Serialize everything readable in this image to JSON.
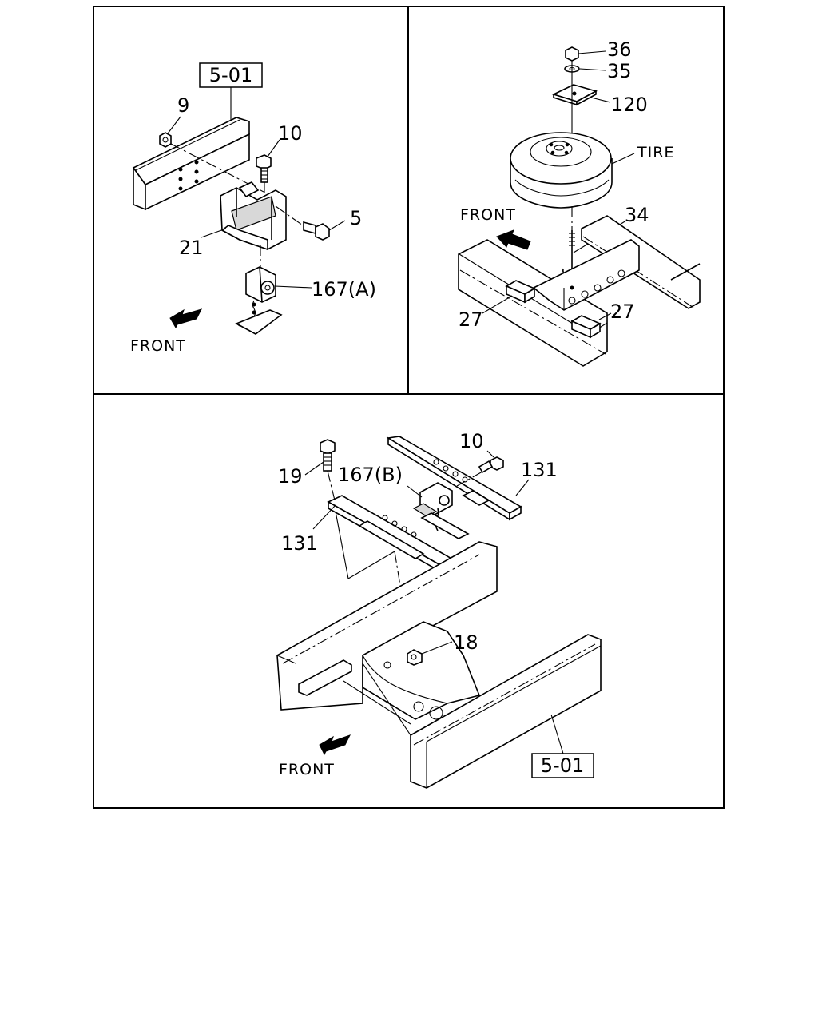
{
  "panels": {
    "top_left": {
      "ref_box": "5-01",
      "callouts": {
        "c9": "9",
        "c10": "10",
        "c5": "5",
        "c21": "21",
        "c167a": "167(A)"
      },
      "front": "FRONT"
    },
    "top_right": {
      "callouts": {
        "c36": "36",
        "c35": "35",
        "c120": "120",
        "tire": "TIRE",
        "c34": "34",
        "c27a": "27",
        "c27b": "27"
      },
      "front": "FRONT"
    },
    "bottom": {
      "callouts": {
        "c10": "10",
        "c131a": "131",
        "c19": "19",
        "c167b": "167(B)",
        "c131b": "131",
        "c18": "18"
      },
      "ref_box": "5-01",
      "front": "FRONT"
    }
  }
}
